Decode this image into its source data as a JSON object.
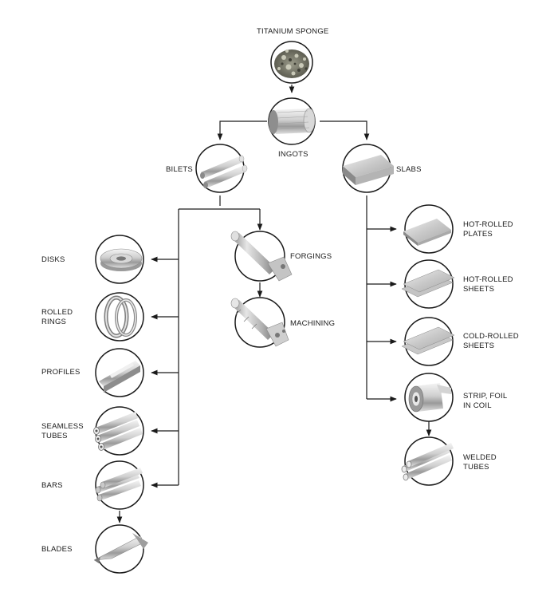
{
  "diagram": {
    "nodes": {
      "sponge": {
        "lines": [
          "TITANIUM SPONGE"
        ],
        "icon": "titanium-sponge-icon"
      },
      "ingots": {
        "lines": [
          "INGOTS"
        ],
        "icon": "ingot-cylinder-icon"
      },
      "bilets": {
        "lines": [
          "BILETS"
        ],
        "icon": "billets-icon"
      },
      "slabs": {
        "lines": [
          "SLABS"
        ],
        "icon": "slab-icon"
      },
      "forgings": {
        "lines": [
          "FORGINGS"
        ],
        "icon": "forging-part-icon"
      },
      "machining": {
        "lines": [
          "MACHINING"
        ],
        "icon": "machined-part-icon"
      },
      "disks": {
        "lines": [
          "DISKS"
        ],
        "icon": "disk-icon"
      },
      "rings": {
        "lines": [
          "ROLLED",
          "RINGS"
        ],
        "icon": "rolled-rings-icon"
      },
      "profiles": {
        "lines": [
          "PROFILES"
        ],
        "icon": "profiles-icon"
      },
      "tubes": {
        "lines": [
          "SEAMLESS",
          "TUBES"
        ],
        "icon": "seamless-tubes-icon"
      },
      "bars": {
        "lines": [
          "BARS"
        ],
        "icon": "bars-icon"
      },
      "blades": {
        "lines": [
          "BLADES"
        ],
        "icon": "blade-icon"
      },
      "hr_plates": {
        "lines": [
          "HOT-ROLLED",
          "PLATES"
        ],
        "icon": "plate-icon"
      },
      "hr_sheets": {
        "lines": [
          "HOT-ROLLED",
          "SHEETS"
        ],
        "icon": "sheets-icon"
      },
      "cr_sheets": {
        "lines": [
          "COLD-ROLLED",
          "SHEETS"
        ],
        "icon": "sheets-icon"
      },
      "strip": {
        "lines": [
          "STRIP, FOIL",
          "IN COIL"
        ],
        "icon": "coil-icon"
      },
      "welded": {
        "lines": [
          "WELDED",
          "TUBES"
        ],
        "icon": "welded-tubes-icon"
      }
    },
    "edges": [
      [
        "sponge",
        "ingots"
      ],
      [
        "ingots",
        "bilets"
      ],
      [
        "ingots",
        "slabs"
      ],
      [
        "bilets",
        "forgings"
      ],
      [
        "forgings",
        "machining"
      ],
      [
        "bilets",
        "disks"
      ],
      [
        "bilets",
        "rings"
      ],
      [
        "bilets",
        "profiles"
      ],
      [
        "bilets",
        "tubes"
      ],
      [
        "bilets",
        "bars"
      ],
      [
        "bars",
        "blades"
      ],
      [
        "slabs",
        "hr_plates"
      ],
      [
        "slabs",
        "hr_sheets"
      ],
      [
        "slabs",
        "cr_sheets"
      ],
      [
        "slabs",
        "strip"
      ],
      [
        "strip",
        "welded"
      ]
    ],
    "colors": {
      "line": "#1a1a1a",
      "metal_light": "#eeeeee",
      "metal_dark": "#7a7a7a"
    }
  }
}
